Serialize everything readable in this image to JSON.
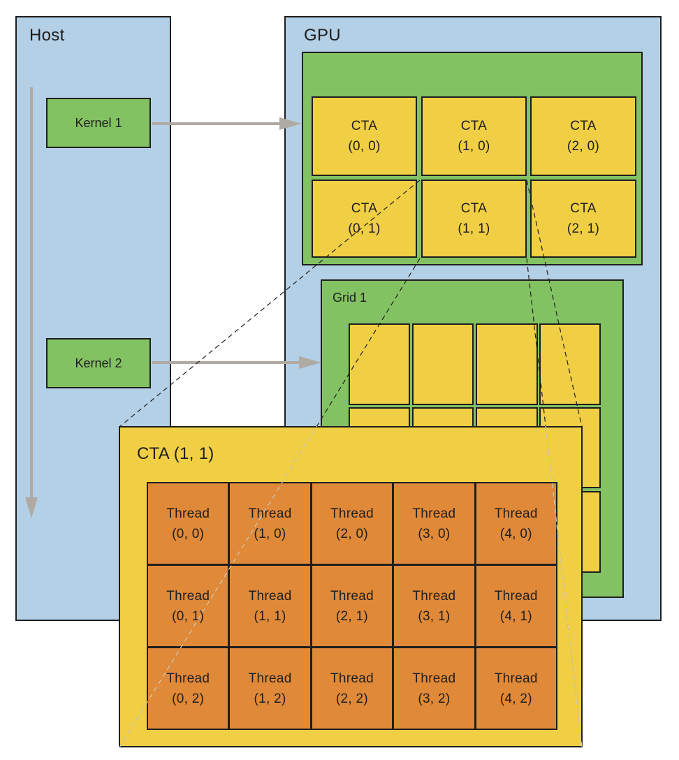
{
  "host": {
    "title": "Host",
    "kernels": [
      "Kernel 1",
      "Kernel 2"
    ]
  },
  "gpu": {
    "title": "GPU",
    "grid0": {
      "ctas": [
        {
          "label": "CTA",
          "coords": "(0, 0)"
        },
        {
          "label": "CTA",
          "coords": "(1, 0)"
        },
        {
          "label": "CTA",
          "coords": "(2, 0)"
        },
        {
          "label": "CTA",
          "coords": "(0, 1)"
        },
        {
          "label": "CTA",
          "coords": "(1, 1)"
        },
        {
          "label": "CTA",
          "coords": "(2, 1)"
        }
      ]
    },
    "grid1": {
      "title": "Grid 1"
    }
  },
  "cta_detail": {
    "title": "CTA (1, 1)",
    "threads": [
      {
        "label": "Thread",
        "coords": "(0, 0)"
      },
      {
        "label": "Thread",
        "coords": "(1, 0)"
      },
      {
        "label": "Thread",
        "coords": "(2, 0)"
      },
      {
        "label": "Thread",
        "coords": "(3, 0)"
      },
      {
        "label": "Thread",
        "coords": "(4, 0)"
      },
      {
        "label": "Thread",
        "coords": "(0, 1)"
      },
      {
        "label": "Thread",
        "coords": "(1, 1)"
      },
      {
        "label": "Thread",
        "coords": "(2, 1)"
      },
      {
        "label": "Thread",
        "coords": "(3, 1)"
      },
      {
        "label": "Thread",
        "coords": "(4, 1)"
      },
      {
        "label": "Thread",
        "coords": "(0, 2)"
      },
      {
        "label": "Thread",
        "coords": "(1, 2)"
      },
      {
        "label": "Thread",
        "coords": "(2, 2)"
      },
      {
        "label": "Thread",
        "coords": "(3, 2)"
      },
      {
        "label": "Thread",
        "coords": "(4, 2)"
      }
    ]
  },
  "colors": {
    "panel_blue": "#b4d0e6",
    "green": "#83c262",
    "yellow": "#f1cf44",
    "orange": "#e08938",
    "arrow_gray": "#b0aaa4"
  }
}
